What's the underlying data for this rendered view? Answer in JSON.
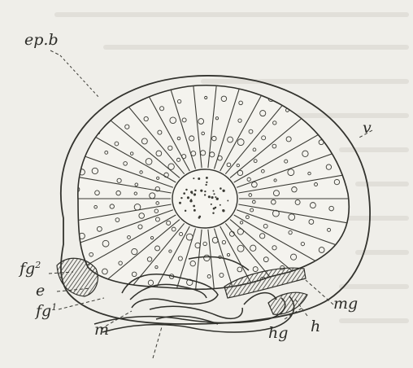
{
  "figure": {
    "labels": {
      "ep_b": "ep.b",
      "v": "v",
      "fg2_base": "fg",
      "fg2_sup": "2",
      "e": "e",
      "fg1_base": "fg",
      "fg1_sup": "1",
      "m": "m",
      "hg": "hg",
      "mg": "mg",
      "h": "h"
    }
  }
}
